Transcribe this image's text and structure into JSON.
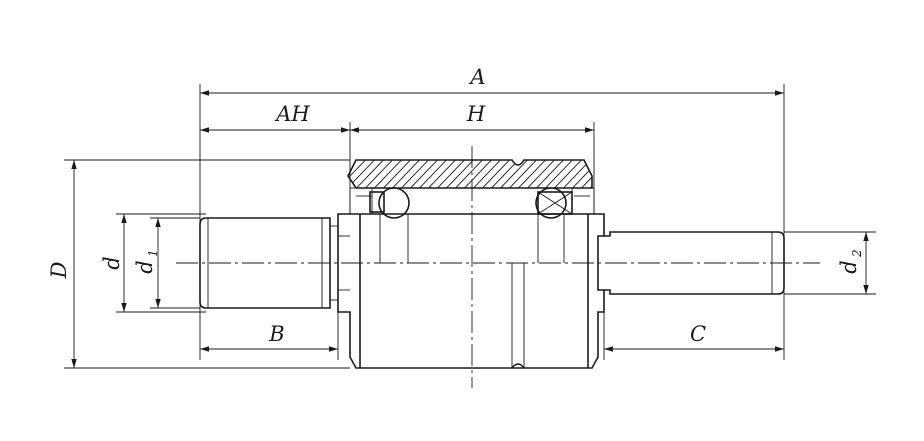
{
  "labels": {
    "A": "A",
    "AH": "AH",
    "H": "H",
    "B": "B",
    "C": "C",
    "D": "D",
    "d": "d",
    "d1_base": "d",
    "d1_sub": "1",
    "d2_base": "d",
    "d2_sub": "2"
  }
}
